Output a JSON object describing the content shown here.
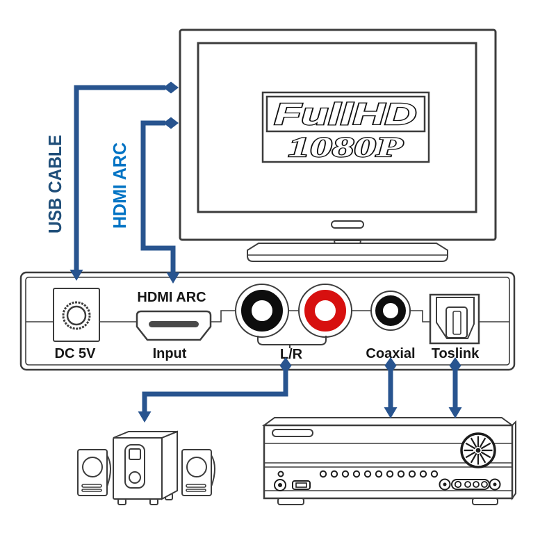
{
  "labels": {
    "usb_cable": "USB CABLE",
    "hdmi_arc_cable": "HDMI ARC",
    "dc_5v": "DC 5V",
    "hdmi_arc_port": "HDMI ARC",
    "input": "Input",
    "lr": "L/R",
    "coaxial": "Coaxial",
    "toslink": "Toslink"
  },
  "tv": {
    "logo_top": "FullHD",
    "logo_bottom": "1080P"
  },
  "colors": {
    "arrow": "#28548f",
    "usb_label": "#1f4e79",
    "hdmi_label": "#0073c4",
    "rca_red": "#d7100f",
    "rca_black": "#0d0d0d",
    "outline": "#3c3c3c",
    "logo_stroke": "#111111"
  },
  "icons": {
    "tv": "tv-outline-icon",
    "converter": "audio-converter-rear-panel",
    "speakers": "2.1-speaker-system-icon",
    "receiver": "av-receiver-icon",
    "arrows": "connection-arrow"
  }
}
